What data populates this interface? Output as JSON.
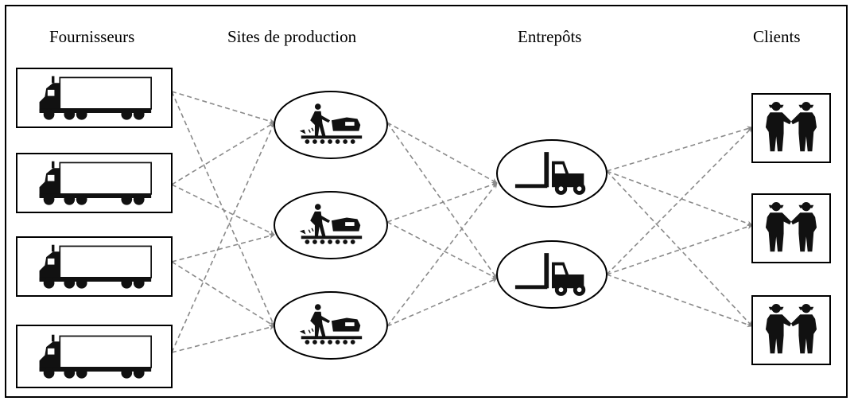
{
  "columns": {
    "suppliers": "Fournisseurs",
    "production": "Sites de production",
    "warehouses": "Entrepôts",
    "clients": "Clients"
  },
  "nodes": {
    "suppliers": [
      {
        "icon": "truck-icon"
      },
      {
        "icon": "truck-icon"
      },
      {
        "icon": "truck-icon"
      },
      {
        "icon": "truck-icon"
      }
    ],
    "production": [
      {
        "icon": "worker-machine-icon"
      },
      {
        "icon": "worker-machine-icon"
      },
      {
        "icon": "worker-machine-icon"
      }
    ],
    "warehouses": [
      {
        "icon": "forklift-icon"
      },
      {
        "icon": "forklift-icon"
      }
    ],
    "clients": [
      {
        "icon": "handshake-icon"
      },
      {
        "icon": "handshake-icon"
      },
      {
        "icon": "handshake-icon"
      }
    ]
  },
  "links": [
    {
      "from": "suppliers.0",
      "to": "production.0"
    },
    {
      "from": "suppliers.0",
      "to": "production.2"
    },
    {
      "from": "suppliers.1",
      "to": "production.1"
    },
    {
      "from": "suppliers.1",
      "to": "production.0"
    },
    {
      "from": "suppliers.2",
      "to": "production.1"
    },
    {
      "from": "suppliers.2",
      "to": "production.2"
    },
    {
      "from": "suppliers.3",
      "to": "production.0"
    },
    {
      "from": "suppliers.3",
      "to": "production.2"
    },
    {
      "from": "production.0",
      "to": "warehouses.0"
    },
    {
      "from": "production.0",
      "to": "warehouses.1"
    },
    {
      "from": "production.1",
      "to": "warehouses.0"
    },
    {
      "from": "production.1",
      "to": "warehouses.1"
    },
    {
      "from": "production.2",
      "to": "warehouses.0"
    },
    {
      "from": "production.2",
      "to": "warehouses.1"
    },
    {
      "from": "warehouses.0",
      "to": "clients.0"
    },
    {
      "from": "warehouses.0",
      "to": "clients.1"
    },
    {
      "from": "warehouses.0",
      "to": "clients.2"
    },
    {
      "from": "warehouses.1",
      "to": "clients.0"
    },
    {
      "from": "warehouses.1",
      "to": "clients.1"
    },
    {
      "from": "warehouses.1",
      "to": "clients.2"
    }
  ],
  "colors": {
    "border": "#000000",
    "arrow": "#8a8a8a",
    "icon": "#111111",
    "background": "#ffffff"
  }
}
